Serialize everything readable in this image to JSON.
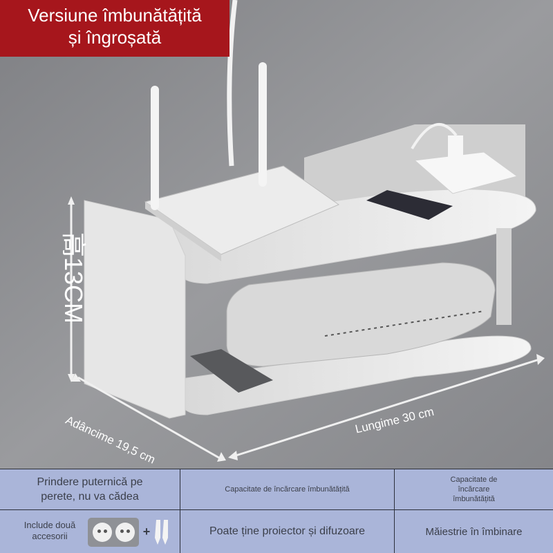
{
  "banner": {
    "line1": "Versiune îmbunătățită",
    "line2": "și îngroșată"
  },
  "dimensions": {
    "height": "高13CM",
    "depth": "Adâncime 19,5 cm",
    "length": "Lungime 30 cm"
  },
  "features": {
    "mount": "Prindere puternică pe perete, nu va cădea",
    "capacity1": "Capacitate de încărcare îmbunătățită",
    "capacity2": "Capacitate de încărcare îmbunătățită",
    "accessories": "Include două accesorii",
    "plus": "+",
    "projector": "Poate ține proiector și difuzoare",
    "craft": "Măiestrie în îmbinare"
  },
  "colors": {
    "banner": "#a6161c",
    "wall": "#8f9093",
    "table": "#aab5d9",
    "shelf": "#e8e8e8"
  }
}
